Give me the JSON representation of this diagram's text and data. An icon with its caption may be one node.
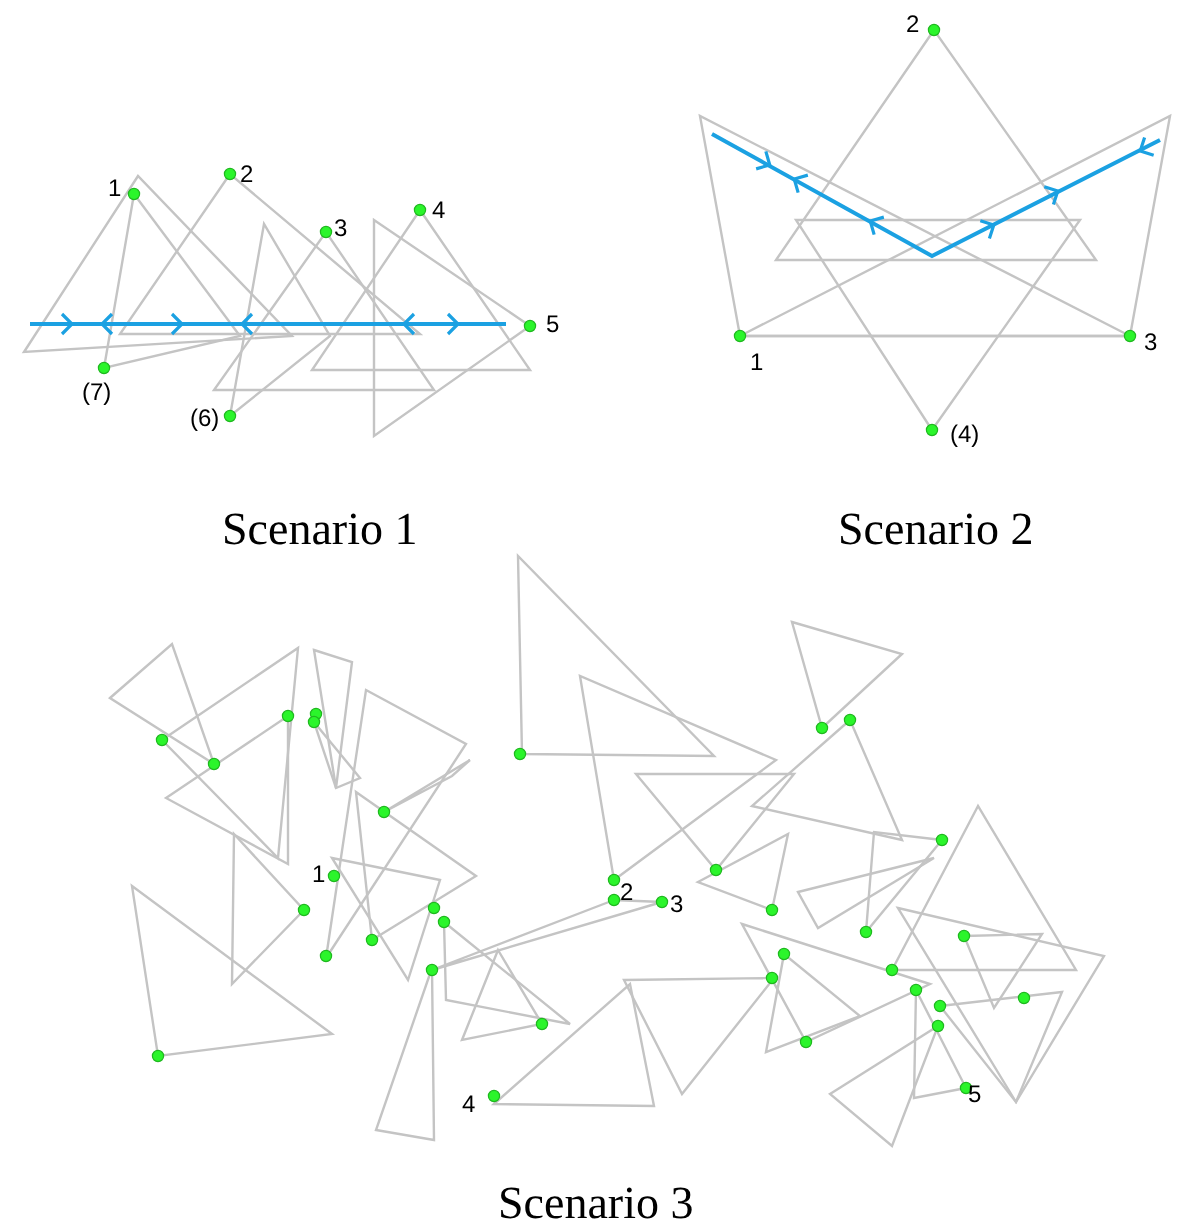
{
  "diagram": {
    "labels": [
      "1",
      "2",
      "3",
      "4",
      "5",
      "(7)",
      "(6)",
      "Scenario 1",
      "2",
      "1",
      "3",
      "(4)",
      "Scenario 2",
      "1",
      "2",
      "3",
      "4",
      "5",
      "Scenario 3"
    ]
  }
}
